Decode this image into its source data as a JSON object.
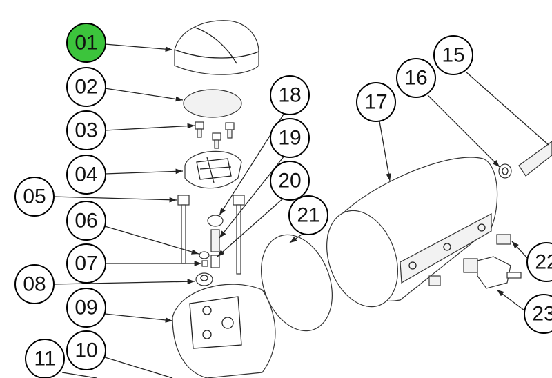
{
  "highlight_color": "#3cc43c",
  "selected_callout": "01",
  "callouts": [
    "01",
    "02",
    "03",
    "04",
    "05",
    "06",
    "07",
    "08",
    "09",
    "10",
    "11",
    "15",
    "16",
    "17",
    "18",
    "19",
    "20",
    "21",
    "22",
    "23"
  ]
}
